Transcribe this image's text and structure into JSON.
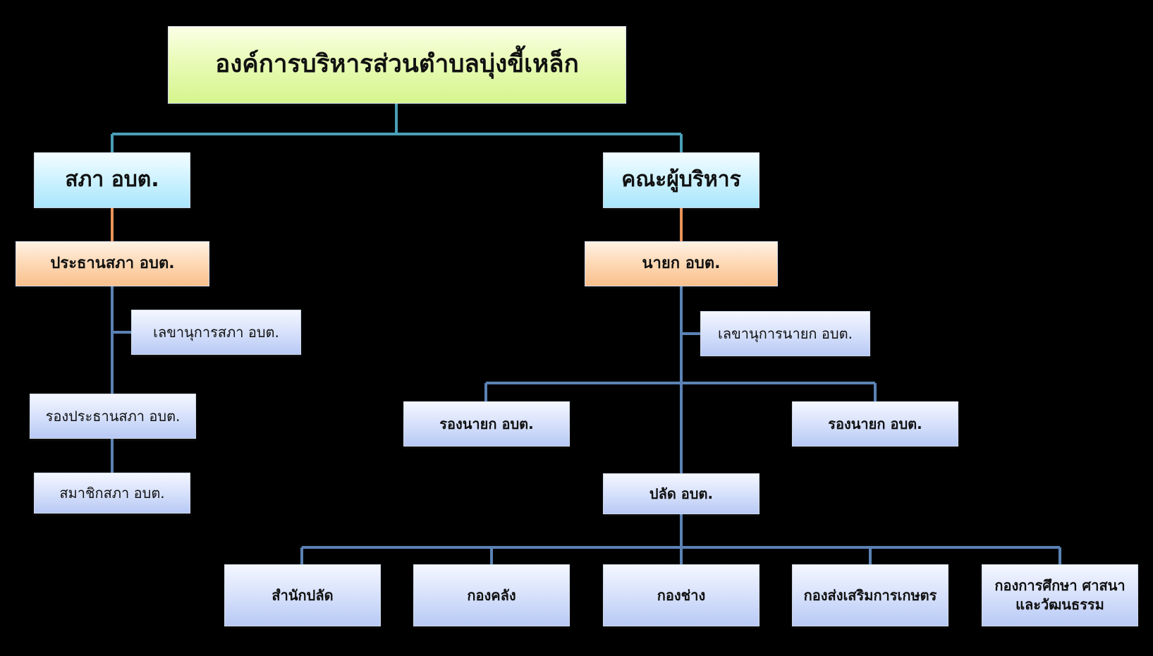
{
  "root": {
    "label": "องค์การบริหารส่วนตำบลบุ่งขี้เหล็ก"
  },
  "council": {
    "title": "สภา อบต.",
    "chairman": "ประธานสภา อบต.",
    "secretary": "เลขานุการสภา อบต.",
    "vice_chairman": "รองประธานสภา อบต.",
    "members": "สมาชิกสภา อบต."
  },
  "executive": {
    "title": "คณะผู้บริหาร",
    "mayor": "นายก อบต.",
    "secretary": "เลขานุการนายก อบต.",
    "deputy_left": "รองนายก อบต.",
    "deputy_right": "รองนายก อบต.",
    "clerk": "ปลัด อบต."
  },
  "departments": [
    {
      "label": "สำนักปลัด"
    },
    {
      "label": "กองคลัง"
    },
    {
      "label": "กองช่าง"
    },
    {
      "label": "กองส่งเสริมการเกษตร"
    },
    {
      "label": "กองการศึกษา ศาสนา",
      "label2": "และวัฒนธรรม"
    }
  ],
  "colors": {
    "background": "#000000",
    "connector_blue": "#5b82b5",
    "connector_teal": "#4a9fb5",
    "connector_orange": "#e8935a"
  }
}
